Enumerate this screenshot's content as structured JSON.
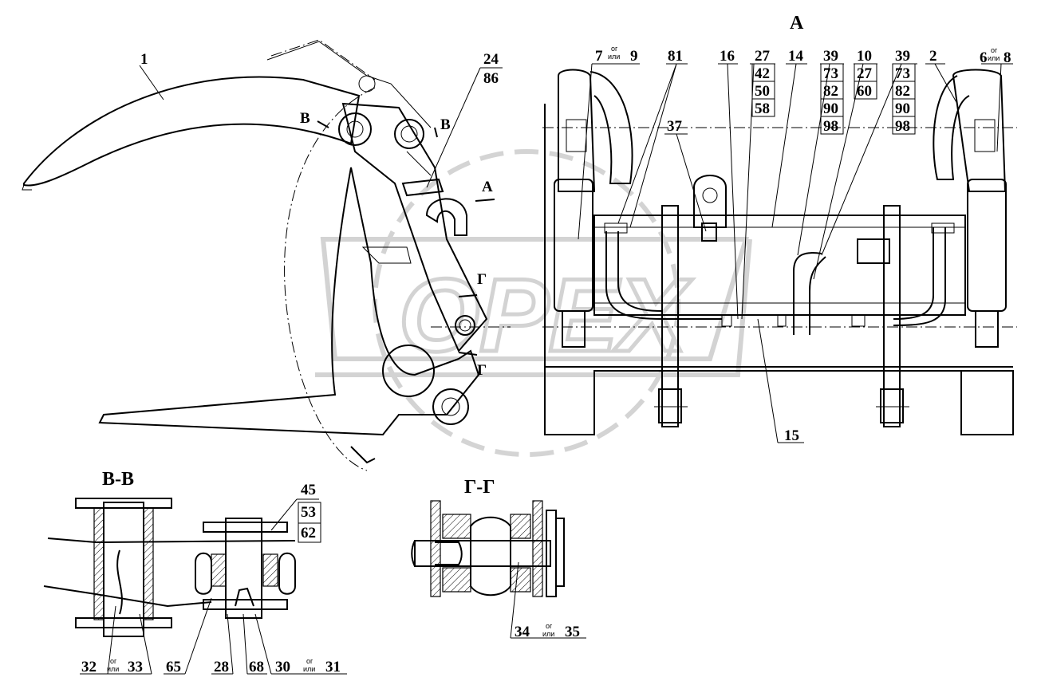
{
  "view_labels": {
    "a": "А",
    "bb": "В-В",
    "gg": "Г-Г",
    "arrow_b": "В",
    "arrow_g": "Г",
    "arrow_a": "А"
  },
  "or_word": "ог",
  "or_word2": "или",
  "callouts": {
    "c1": "1",
    "c2": "2",
    "c7": "7",
    "c9": "9",
    "c81": "81",
    "c16": "16",
    "c14": "14",
    "c6": "6",
    "c8": "8",
    "c37": "37",
    "c15": "15",
    "c24": "24",
    "c86": "86",
    "c45": "45",
    "c53": "53",
    "c62": "62",
    "c32": "32",
    "c33": "33",
    "c65": "65",
    "c28": "28",
    "c68": "68",
    "c30": "30",
    "c31": "31",
    "c34": "34",
    "c35": "35",
    "stack27": [
      "27",
      "42",
      "50",
      "58"
    ],
    "stack39a": [
      "39",
      "73",
      "82",
      "90",
      "98"
    ],
    "stack10": [
      "10",
      "27",
      "60"
    ],
    "stack39b": [
      "39",
      "73",
      "82",
      "90",
      "98"
    ]
  }
}
